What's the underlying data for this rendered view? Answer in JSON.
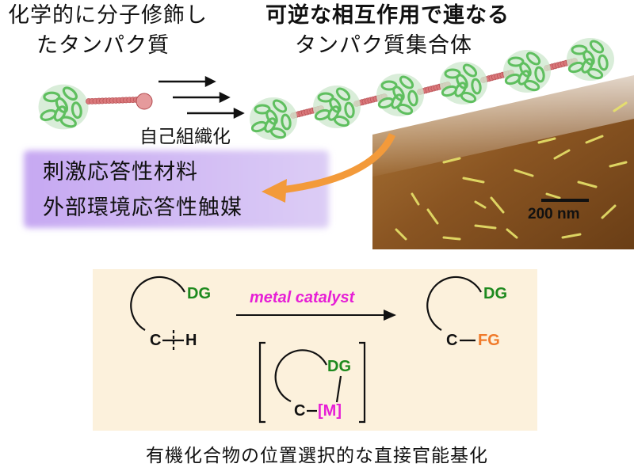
{
  "top": {
    "label_left_line1": "化学的に分子修飾し",
    "label_left_line2": "たタンパク質",
    "label_right_line1": "可逆な相互作用で連なる",
    "label_right_line2": "タンパク質集合体",
    "self_assembly": "自己組織化",
    "applications_line1": "刺激応答性材料",
    "applications_line2": "外部環境応答性触媒",
    "scale_bar": "200 nm"
  },
  "reaction": {
    "reactant_dg": "DG",
    "reactant_c": "C",
    "reactant_h": "H",
    "catalyst": "metal catalyst",
    "product_dg": "DG",
    "product_c": "C",
    "product_fg": "FG",
    "intermediate_dg": "DG",
    "intermediate_c": "C",
    "intermediate_m": "[M]"
  },
  "caption": "有機化合物の位置選択的な直接官能基化",
  "colors": {
    "protein": "#5fbf5f",
    "linker": "#d9777a",
    "panel_bg": "#fcf1dc",
    "purple_box": "#cdb6f0",
    "arrow_orange": "#f39a3a",
    "dg_green": "#1e8a1e",
    "fg_orange": "#f07a2a",
    "metal_magenta": "#e61fd6"
  }
}
